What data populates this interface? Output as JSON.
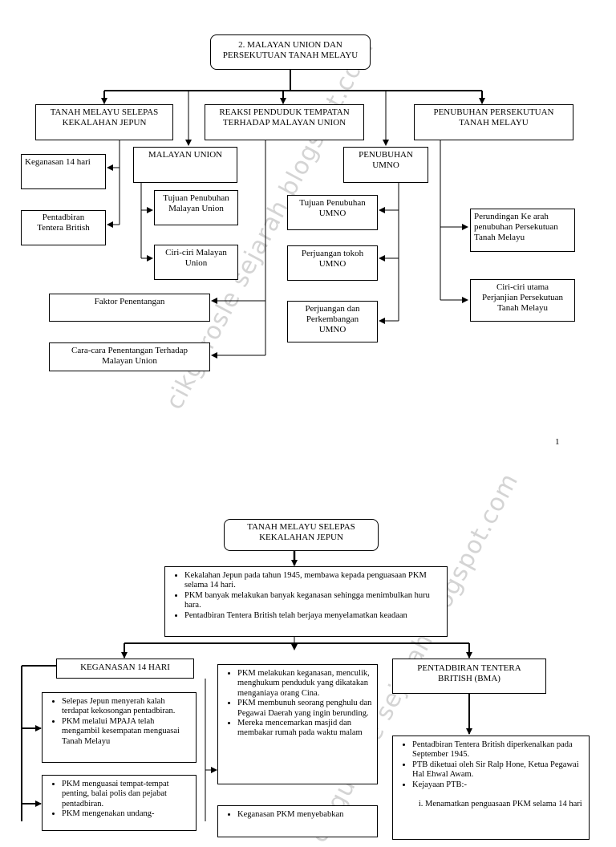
{
  "watermark": "cikgurosle sejarah.blogspot.com",
  "page1": {
    "title": "2. MALAYAN UNION DAN\nPERSEKUTUAN TANAH MELAYU",
    "col1_heading": "TANAH MELAYU SELEPAS\nKEKALAHAN JEPUN",
    "col2_heading": "REAKSI PENDUDUK TEMPATAN\nTERHADAP MALAYAN UNION",
    "col3_heading": "PENUBUHAN PERSEKUTUAN\nTANAH MELAYU",
    "keganasan": "Keganasan 14 hari",
    "pentadbiran": "Pentadbiran\nTentera British",
    "malayan_union": "MALAYAN UNION",
    "tujuan_mu": "Tujuan Penubuhan\nMalayan Union",
    "ciri_mu": "Ciri-ciri Malayan\nUnion",
    "faktor": "Faktor Penentangan",
    "cara": "Cara-cara Penentangan Terhadap\nMalayan Union",
    "penubuhan_umno": "PENUBUHAN\nUMNO",
    "tujuan_umno": "Tujuan Penubuhan\nUMNO",
    "perjuangan_tokoh": "Perjuangan tokoh\nUMNO",
    "perjuangan_umno": "Perjuangan dan\nPerkembangan\nUMNO",
    "perundingan": "Perundingan Ke arah\npenubuhan Persekutuan\nTanah Melayu",
    "ciri_perjanjian": "Ciri-ciri utama\nPerjanjian Persekutuan\nTanah Melayu",
    "page_number": "1"
  },
  "page2": {
    "title": "TANAH MELAYU SELEPAS\nKEKALAHAN JEPUN",
    "intro_bullets": [
      "Kekalahan Jepun pada tahun 1945, membawa kepada penguasaan PKM selama 14 hari.",
      "PKM banyak melakukan banyak keganasan sehingga menimbulkan huru hara.",
      "Pentadbiran Tentera British telah berjaya menyelamatkan keadaan"
    ],
    "keganasan_heading": "KEGANASAN 14 HARI",
    "pentadbiran_heading": "PENTADBIRAN TENTERA\nBRITISH (BMA)",
    "left_box1": [
      "Selepas Jepun menyerah kalah terdapat kekosongan pentadbiran.",
      "PKM melalui MPAJA telah mengambil kesempatan menguasai Tanah Melayu"
    ],
    "left_box2": [
      "PKM menguasai tempat-tempat penting, balai polis dan pejabat pentadbiran.",
      "PKM mengenakan undang-"
    ],
    "middle_box1": [
      "PKM melakukan keganasan, menculik, menghukum penduduk yang dikatakan menganiaya orang Cina.",
      "PKM membunuh seorang penghulu dan Pegawai Daerah yang ingin berunding.",
      "Mereka mencemarkan masjid dan membakar rumah pada waktu malam"
    ],
    "middle_box2": [
      "Keganasan PKM menyebabkan"
    ],
    "right_box": {
      "bullets": [
        "Pentadbiran Tentera British diperkenalkan pada September 1945.",
        "PTB diketuai oleh  Sir Ralp Hone, Ketua Pegawai Hal Ehwal Awam.",
        "Kejayaan PTB:-"
      ],
      "numbered": [
        "Menamatkan penguasaan PKM selama 14 hari"
      ]
    }
  }
}
